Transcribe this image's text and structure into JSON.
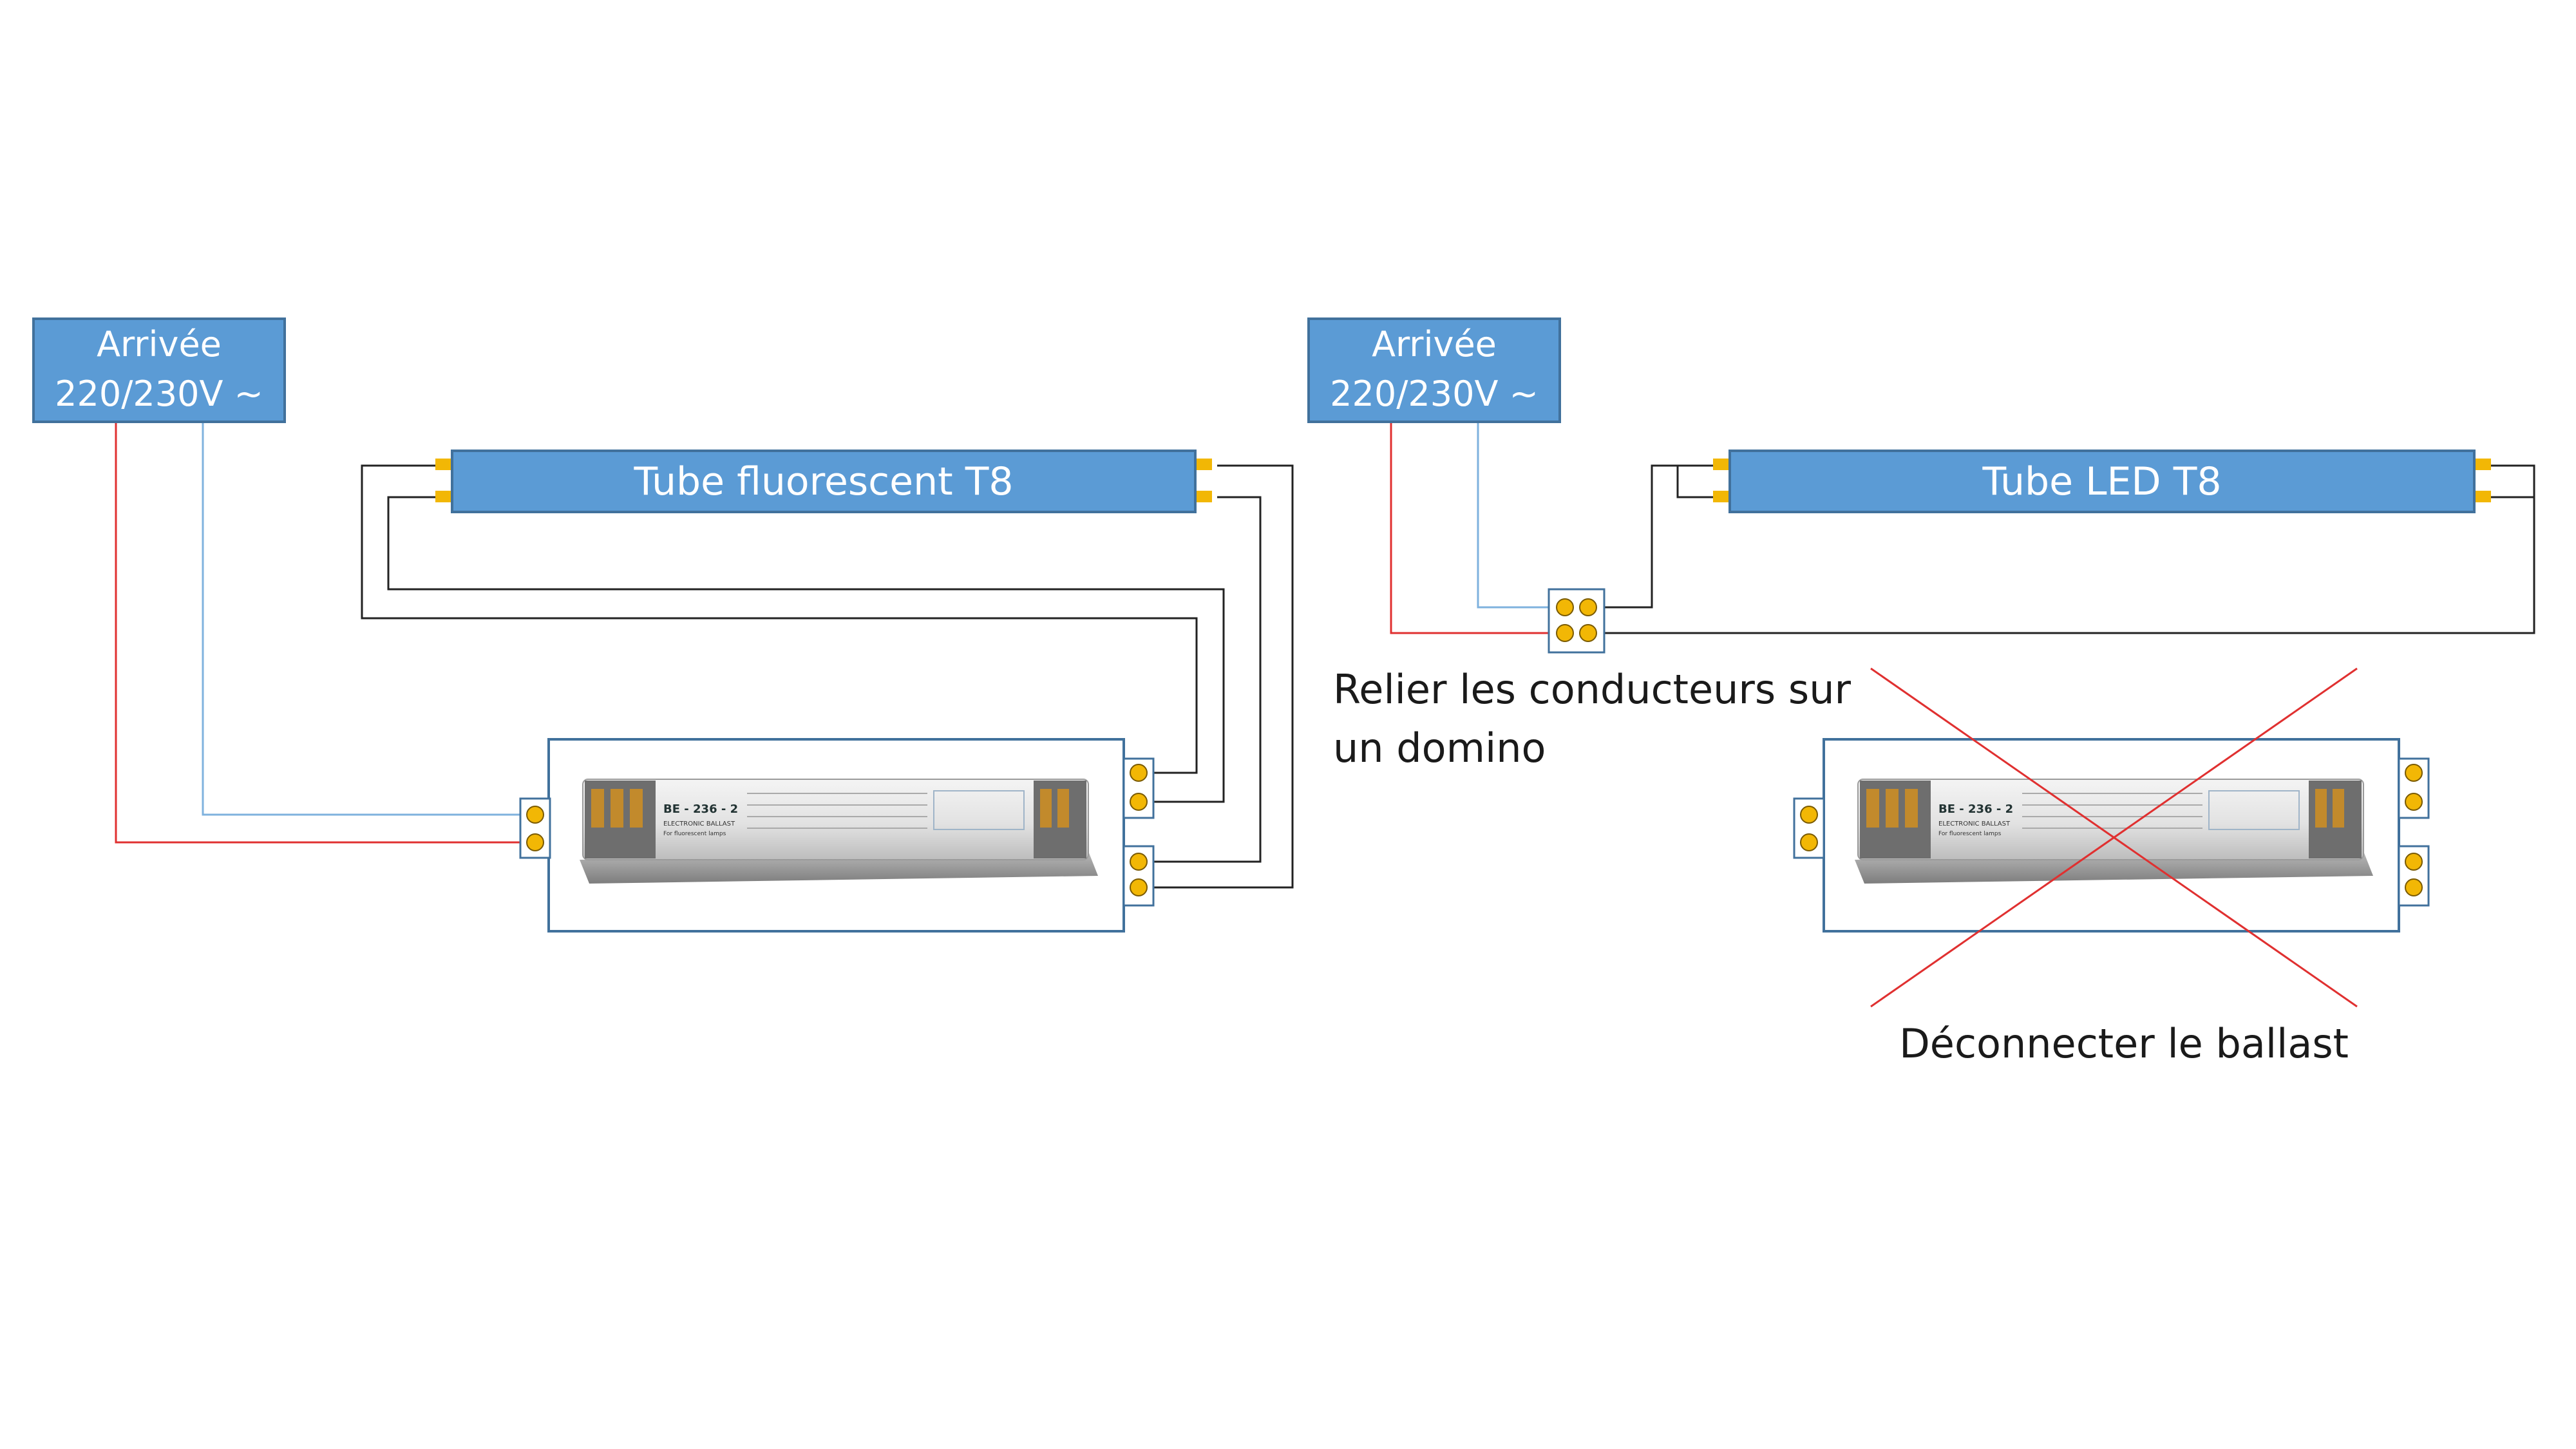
{
  "left": {
    "supply_line1": "Arrivée",
    "supply_line2": "220/230V ~",
    "tube_label": "Tube fluorescent T8"
  },
  "right": {
    "supply_line1": "Arrivée",
    "supply_line2": "220/230V ~",
    "tube_label": "Tube LED T8",
    "domino_line1": "Relier les conducteurs sur",
    "domino_line2": "un domino",
    "disconnect_label": "Déconnecter le ballast"
  },
  "ballast_label": {
    "model": "BE - 236 - 2",
    "subtitle": "ELECTRONIC BALLAST",
    "note": "For fluorescent lamps"
  },
  "colors": {
    "box_fill": "#5b9bd5",
    "box_stroke": "#41719c",
    "phase_wire": "#e03030",
    "neutral_wire": "#7fb2de",
    "lamp_wire": "#222222",
    "terminal": "#f2b705",
    "cross": "#e03030"
  }
}
